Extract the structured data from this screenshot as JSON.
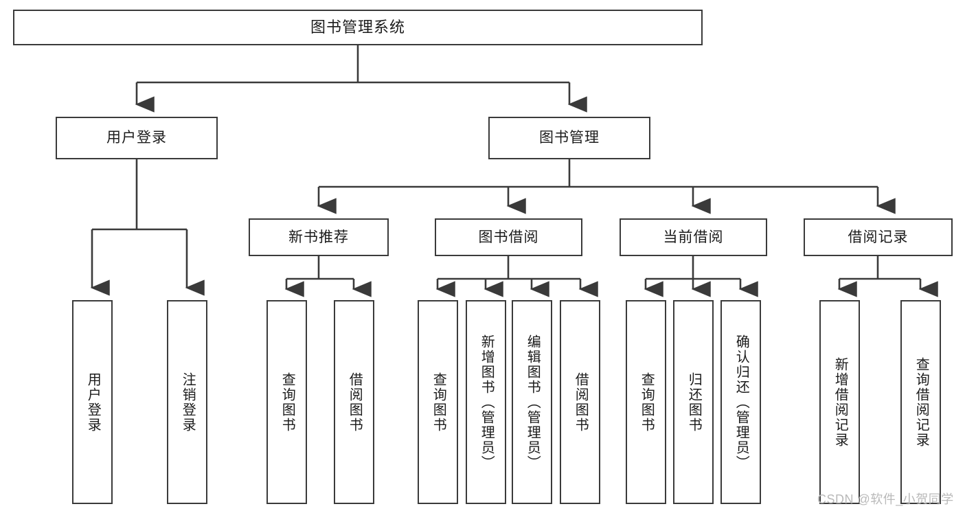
{
  "diagram": {
    "title": "图书管理系统",
    "type": "tree-flowchart",
    "colors": {
      "box_border": "#3a3a3a",
      "box_fill": "#ffffff",
      "edge": "#3a3a3a",
      "text": "#1b1b1b",
      "watermark": "#b9b9b9",
      "background": "#ffffff"
    },
    "root": {
      "label": "图书管理系统"
    },
    "level1": [
      {
        "label": "用户登录"
      },
      {
        "label": "图书管理"
      }
    ],
    "level2": [
      {
        "label": "新书推荐"
      },
      {
        "label": "图书借阅"
      },
      {
        "label": "当前借阅"
      },
      {
        "label": "借阅记录"
      }
    ],
    "leaves": {
      "user_login": [
        {
          "label": "用户登录"
        },
        {
          "label": "注销登录"
        }
      ],
      "new_book_recommend": [
        {
          "label": "查询图书"
        },
        {
          "label": "借阅图书"
        }
      ],
      "book_borrow": [
        {
          "label": "查询图书"
        },
        {
          "label": "新增图书（管理员）"
        },
        {
          "label": "编辑图书（管理员）"
        },
        {
          "label": "借阅图书"
        }
      ],
      "current_borrow": [
        {
          "label": "查询图书"
        },
        {
          "label": "归还图书"
        },
        {
          "label": "确认归还（管理员）"
        }
      ],
      "borrow_record": [
        {
          "label": "新增借阅记录"
        },
        {
          "label": "查询借阅记录"
        }
      ]
    }
  },
  "watermark": {
    "text": "CSDN @软件_小贺同学"
  }
}
